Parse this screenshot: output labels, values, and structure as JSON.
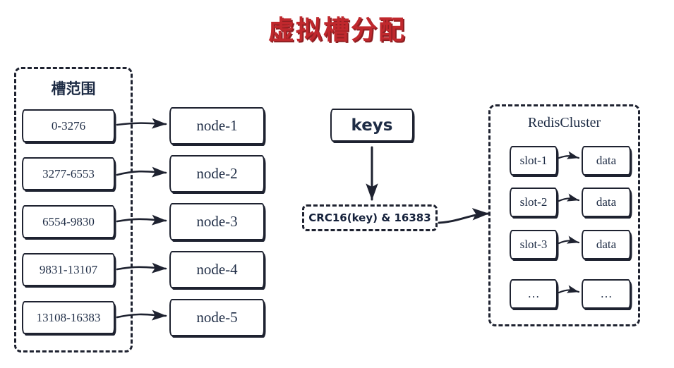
{
  "title": "虚拟槽分配",
  "title_color": "#c0282d",
  "ink_color": "#1e2230",
  "text_color": "#1e2c45",
  "background": "#ffffff",
  "slot_group": {
    "label": "槽范围",
    "items": [
      {
        "label": "0-3276"
      },
      {
        "label": "3277-6553"
      },
      {
        "label": "6554-9830"
      },
      {
        "label": "9831-13107"
      },
      {
        "label": "13108-16383"
      }
    ]
  },
  "nodes": [
    {
      "label": "node-1"
    },
    {
      "label": "node-2"
    },
    {
      "label": "node-3"
    },
    {
      "label": "node-4"
    },
    {
      "label": "node-5"
    }
  ],
  "flow": {
    "keys_label": "keys",
    "hash_formula": "CRC16(key) & 16383"
  },
  "cluster": {
    "label": "RedisCluster",
    "rows": [
      {
        "slot": "slot-1",
        "data": "data"
      },
      {
        "slot": "slot-2",
        "data": "data"
      },
      {
        "slot": "slot-3",
        "data": "data"
      },
      {
        "slot": "…",
        "data": "…"
      }
    ]
  }
}
